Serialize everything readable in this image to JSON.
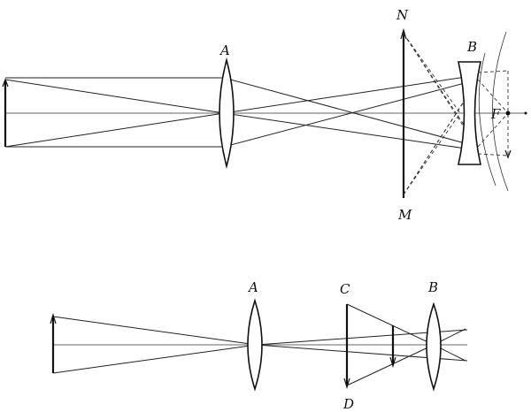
{
  "top_diagram": {
    "labels": {
      "lens_a": "A",
      "lens_b": "B",
      "point_n": "N",
      "point_m": "M",
      "focus_f": "F"
    }
  },
  "bottom_diagram": {
    "labels": {
      "lens_a": "A",
      "point_c": "C",
      "lens_b": "B",
      "point_d": "D"
    }
  }
}
